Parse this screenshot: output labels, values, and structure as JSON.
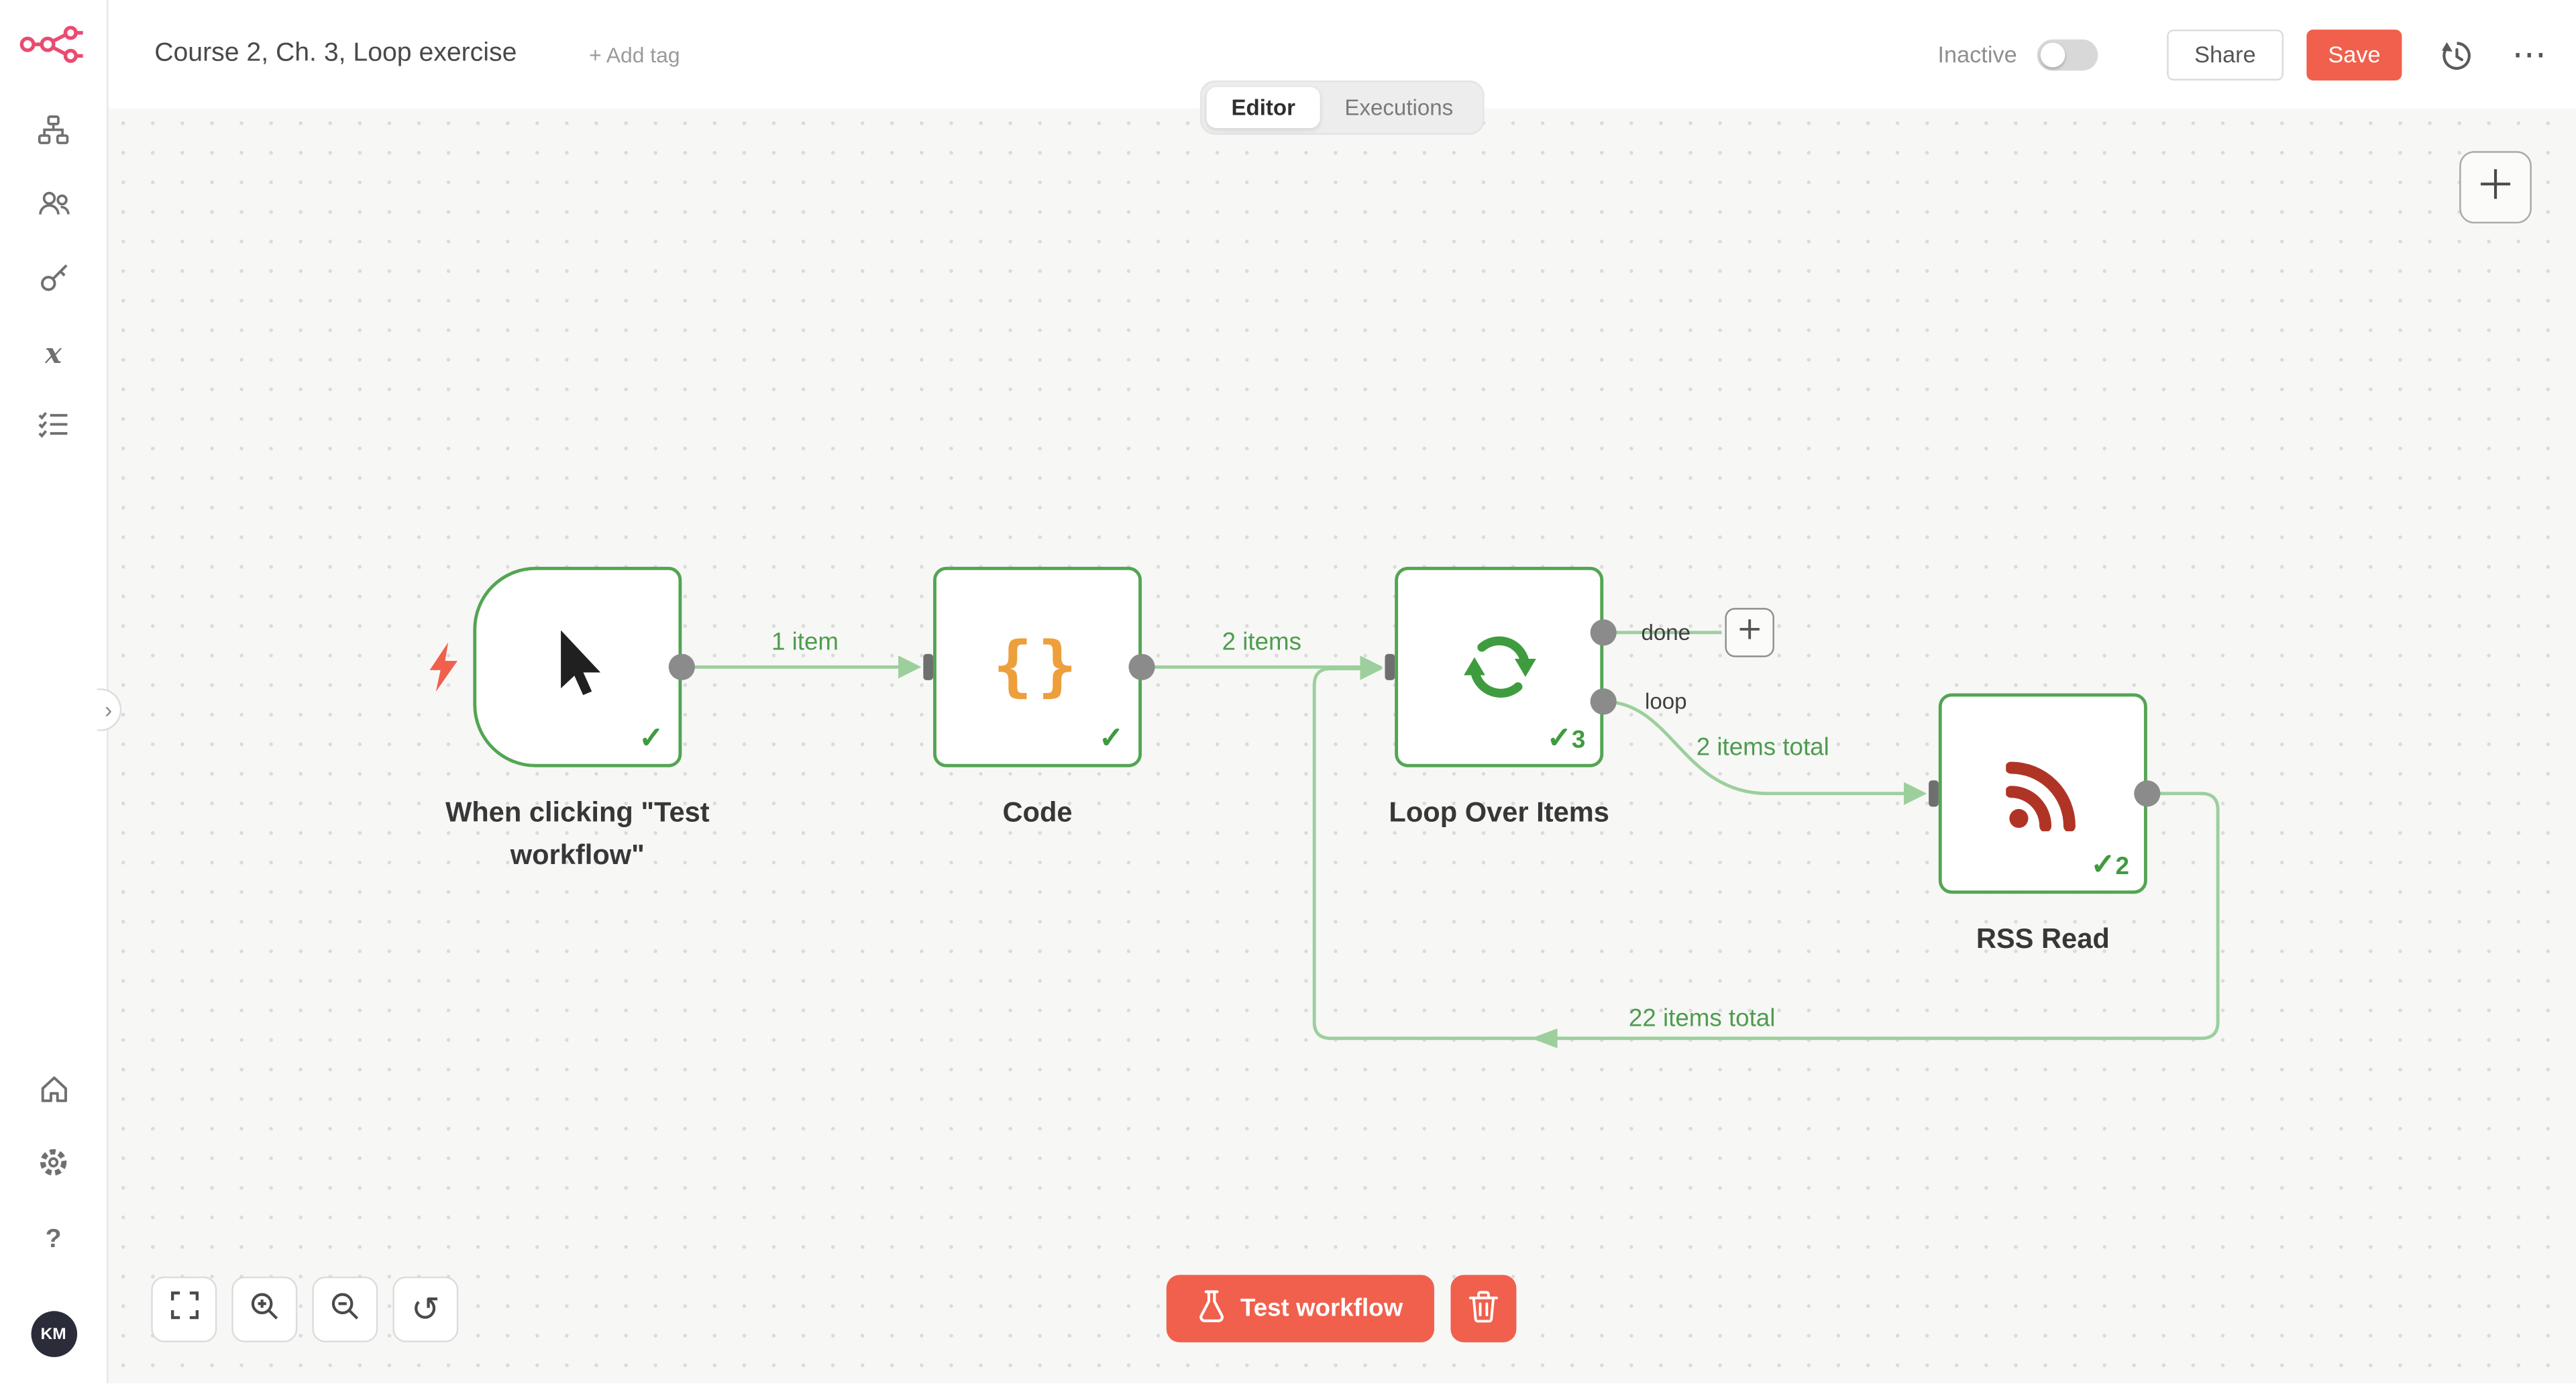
{
  "colors": {
    "brand_pink": "#EA4B71",
    "primary_orange": "#F0604D",
    "success_border_green": "#53A553",
    "connection_green": "#9CCF9C",
    "label_green": "#4E9C4E",
    "code_icon_orange": "#ED9F3C",
    "rss_icon_red": "#B03426"
  },
  "sidebar": {
    "items": [
      {
        "icon": "workflows-icon"
      },
      {
        "icon": "templates-icon"
      },
      {
        "icon": "credentials-icon"
      },
      {
        "icon": "variables-icon"
      },
      {
        "icon": "executions-icon"
      }
    ],
    "bottom_items": [
      {
        "icon": "home-icon"
      },
      {
        "icon": "settings-icon"
      },
      {
        "icon": "help-icon"
      }
    ],
    "variables_glyph": "x",
    "help_glyph": "?",
    "avatar_initials": "KM"
  },
  "header": {
    "title": "Course 2, Ch. 3, Loop exercise",
    "add_tag_label": "+ Add tag",
    "tabs": {
      "editor": "Editor",
      "executions": "Executions"
    },
    "status_label": "Inactive",
    "share_label": "Share",
    "save_label": "Save"
  },
  "canvas": {
    "nodes": [
      {
        "name": "When clicking \"Test workflow\"",
        "icon": "cursor-icon",
        "status": "success"
      },
      {
        "name": "Code",
        "icon": "code-braces-icon",
        "status": "success"
      },
      {
        "name": "Loop Over Items",
        "icon": "loop-icon",
        "status": "success",
        "count": "3",
        "outputs": [
          "done",
          "loop"
        ]
      },
      {
        "name": "RSS Read",
        "icon": "rss-icon",
        "status": "success",
        "count": "2"
      }
    ],
    "connections": [
      {
        "label": "1 item"
      },
      {
        "label": "2 items"
      },
      {
        "label": "2 items total"
      },
      {
        "label": "22 items total"
      }
    ]
  },
  "controls": {
    "test_workflow_label": "Test workflow"
  }
}
